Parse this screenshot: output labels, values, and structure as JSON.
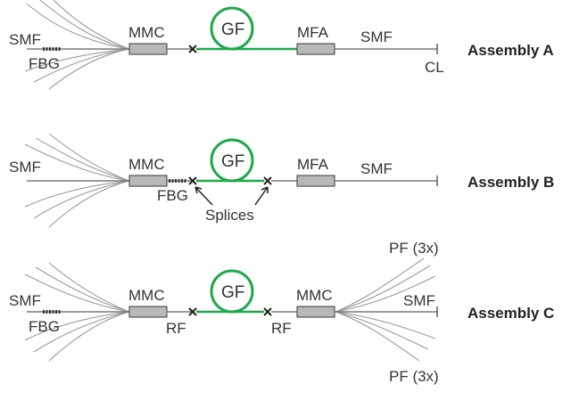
{
  "diagram": {
    "assemblies": [
      {
        "name": "Assembly A",
        "labels": {
          "left_fiber": "SMF",
          "grating": "FBG",
          "combiner": "MMC",
          "gain_fiber": "GF",
          "adapter": "MFA",
          "right_fiber": "SMF",
          "end": "CL"
        }
      },
      {
        "name": "Assembly B",
        "labels": {
          "left_fiber": "SMF",
          "combiner": "MMC",
          "grating": "FBG",
          "gain_fiber": "GF",
          "splices": "Splices",
          "adapter": "MFA",
          "right_fiber": "SMF"
        }
      },
      {
        "name": "Assembly C",
        "labels": {
          "left_fiber": "SMF",
          "grating": "FBG",
          "combiner_left": "MMC",
          "rf_left": "RF",
          "gain_fiber": "GF",
          "combiner_right": "MMC",
          "rf_right": "RF",
          "pump_top": "PF (3x)",
          "right_fiber": "SMF",
          "pump_bottom": "PF (3x)"
        }
      }
    ],
    "colors": {
      "gain_fiber": "#1fa84a",
      "component": "#b8b8b8",
      "fiber": "#7a7a7a"
    }
  }
}
